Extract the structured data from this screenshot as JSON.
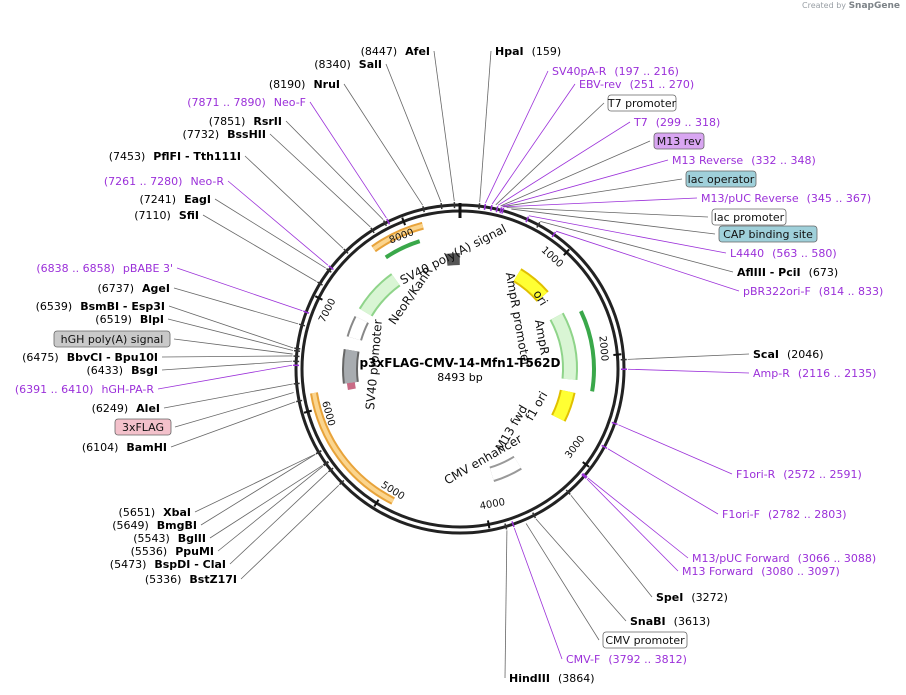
{
  "credit": {
    "prefix": "Created by",
    "brand": "SnapGene"
  },
  "plasmid": {
    "name": "p3xFLAG-CMV-14-Mfn1-T562D",
    "size_label": "8493 bp",
    "length": 8493
  },
  "colors": {
    "enzyme": "#000000",
    "primer": "#9b30d9",
    "backbone": "#000000",
    "orange_feature": "#e8a33a",
    "green_feature": "#3aa84a",
    "yellow_feature": "#ffff00"
  },
  "ticks": [
    "1000",
    "2000",
    "3000",
    "4000",
    "5000",
    "6000",
    "7000",
    "8000"
  ],
  "labels": [
    {
      "kind": "enzyme",
      "pos": "(8447)",
      "name": "AfeI",
      "nameFirst": false
    },
    {
      "kind": "enzyme",
      "pos": "(8340)",
      "name": "SalI",
      "nameFirst": false
    },
    {
      "kind": "enzyme",
      "pos": "(8190)",
      "name": "NruI",
      "nameFirst": false
    },
    {
      "kind": "primer",
      "pos": "(7871 .. 7890)",
      "name": "Neo-F",
      "nameFirst": false
    },
    {
      "kind": "enzyme",
      "pos": "(7851)",
      "name": "RsrII",
      "nameFirst": false
    },
    {
      "kind": "enzyme",
      "pos": "(7732)",
      "name": "BssHII",
      "nameFirst": false
    },
    {
      "kind": "enzyme",
      "pos": "(7453)",
      "name": "PflFI  - Tth111I",
      "nameFirst": false
    },
    {
      "kind": "primer",
      "pos": "(7261 .. 7280)",
      "name": "Neo-R",
      "nameFirst": false
    },
    {
      "kind": "enzyme",
      "pos": "(7241)",
      "name": "EagI",
      "nameFirst": false
    },
    {
      "kind": "enzyme",
      "pos": "(7110)",
      "name": "SfiI",
      "nameFirst": false
    },
    {
      "kind": "primer",
      "pos": "(6838 .. 6858)",
      "name": "pBABE 3'",
      "nameFirst": false
    },
    {
      "kind": "enzyme",
      "pos": "(6737)",
      "name": "AgeI",
      "nameFirst": false
    },
    {
      "kind": "enzyme",
      "pos": "(6539)",
      "name": "BsmBI  - Esp3I",
      "nameFirst": false
    },
    {
      "kind": "enzyme",
      "pos": "(6519)",
      "name": "BlpI",
      "nameFirst": false
    },
    {
      "kind": "featbox",
      "pos": "",
      "name": "hGH poly(A) signal",
      "nameFirst": false
    },
    {
      "kind": "enzyme",
      "pos": "(6475)",
      "name": "BbvCI  - Bpu10I",
      "nameFirst": false
    },
    {
      "kind": "enzyme",
      "pos": "(6433)",
      "name": "BsgI",
      "nameFirst": false
    },
    {
      "kind": "primer",
      "pos": "(6391 .. 6410)",
      "name": "hGH-PA-R",
      "nameFirst": false
    },
    {
      "kind": "enzyme",
      "pos": "(6249)",
      "name": "AleI",
      "nameFirst": false
    },
    {
      "kind": "featbox",
      "pos": "",
      "name": "3xFLAG",
      "nameFirst": false
    },
    {
      "kind": "enzyme",
      "pos": "(6104)",
      "name": "BamHI",
      "nameFirst": false
    },
    {
      "kind": "enzyme",
      "pos": "(5651)",
      "name": "XbaI",
      "nameFirst": false
    },
    {
      "kind": "enzyme",
      "pos": "(5649)",
      "name": "BmgBI",
      "nameFirst": false
    },
    {
      "kind": "enzyme",
      "pos": "(5543)",
      "name": "BglII",
      "nameFirst": false
    },
    {
      "kind": "enzyme",
      "pos": "(5536)",
      "name": "PpuMI",
      "nameFirst": false
    },
    {
      "kind": "enzyme",
      "pos": "(5473)",
      "name": "BspDI  - ClaI",
      "nameFirst": false
    },
    {
      "kind": "enzyme",
      "pos": "(5336)",
      "name": "BstZ17I",
      "nameFirst": false
    },
    {
      "kind": "enzyme",
      "pos": "(159)",
      "name": "HpaI",
      "nameFirst": true
    },
    {
      "kind": "primer",
      "pos": "(197 .. 216)",
      "name": "SV40pA-R",
      "nameFirst": true
    },
    {
      "kind": "primer",
      "pos": "(251 .. 270)",
      "name": "EBV-rev",
      "nameFirst": true
    },
    {
      "kind": "featbox",
      "pos": "",
      "name": "T7 promoter",
      "nameFirst": true
    },
    {
      "kind": "primer",
      "pos": "(299 .. 318)",
      "name": "T7",
      "nameFirst": true
    },
    {
      "kind": "featbox",
      "pos": "",
      "name": "M13 rev",
      "nameFirst": true
    },
    {
      "kind": "primer",
      "pos": "(332 .. 348)",
      "name": "M13 Reverse",
      "nameFirst": true
    },
    {
      "kind": "featbox",
      "pos": "",
      "name": "lac operator",
      "nameFirst": true
    },
    {
      "kind": "primer",
      "pos": "(345 .. 367)",
      "name": "M13/pUC Reverse",
      "nameFirst": true
    },
    {
      "kind": "featbox",
      "pos": "",
      "name": "lac promoter",
      "nameFirst": true
    },
    {
      "kind": "featbox",
      "pos": "",
      "name": "CAP binding site",
      "nameFirst": true
    },
    {
      "kind": "primer",
      "pos": "(563 .. 580)",
      "name": "L4440",
      "nameFirst": true
    },
    {
      "kind": "enzyme",
      "pos": "(673)",
      "name": "AflIII  - PciI",
      "nameFirst": true
    },
    {
      "kind": "primer",
      "pos": "(814 .. 833)",
      "name": "pBR322ori-F",
      "nameFirst": true
    },
    {
      "kind": "enzyme",
      "pos": "(2046)",
      "name": "ScaI",
      "nameFirst": true
    },
    {
      "kind": "primer",
      "pos": "(2116 .. 2135)",
      "name": "Amp-R",
      "nameFirst": true
    },
    {
      "kind": "primer",
      "pos": "(2572 .. 2591)",
      "name": "F1ori-R",
      "nameFirst": true
    },
    {
      "kind": "primer",
      "pos": "(2782 .. 2803)",
      "name": "F1ori-F",
      "nameFirst": true
    },
    {
      "kind": "primer",
      "pos": "(3066 .. 3088)",
      "name": "M13/pUC Forward",
      "nameFirst": true
    },
    {
      "kind": "primer",
      "pos": "(3080 .. 3097)",
      "name": "M13 Forward",
      "nameFirst": true
    },
    {
      "kind": "enzyme",
      "pos": "(3272)",
      "name": "SpeI",
      "nameFirst": true
    },
    {
      "kind": "enzyme",
      "pos": "(3613)",
      "name": "SnaBI",
      "nameFirst": true
    },
    {
      "kind": "featbox",
      "pos": "",
      "name": "CMV promoter",
      "nameFirst": true
    },
    {
      "kind": "primer",
      "pos": "(3792 .. 3812)",
      "name": "CMV-F",
      "nameFirst": true
    },
    {
      "kind": "enzyme",
      "pos": "(3864)",
      "name": "HindIII",
      "nameFirst": true
    }
  ],
  "feature_labels": [
    "SV40 poly(A) signal",
    "ori",
    "AmpR promoter",
    "AmpR",
    "f1 ori",
    "M13 fwd",
    "CMV enhancer",
    "SV40 promoter",
    "NeoR/KanR"
  ]
}
